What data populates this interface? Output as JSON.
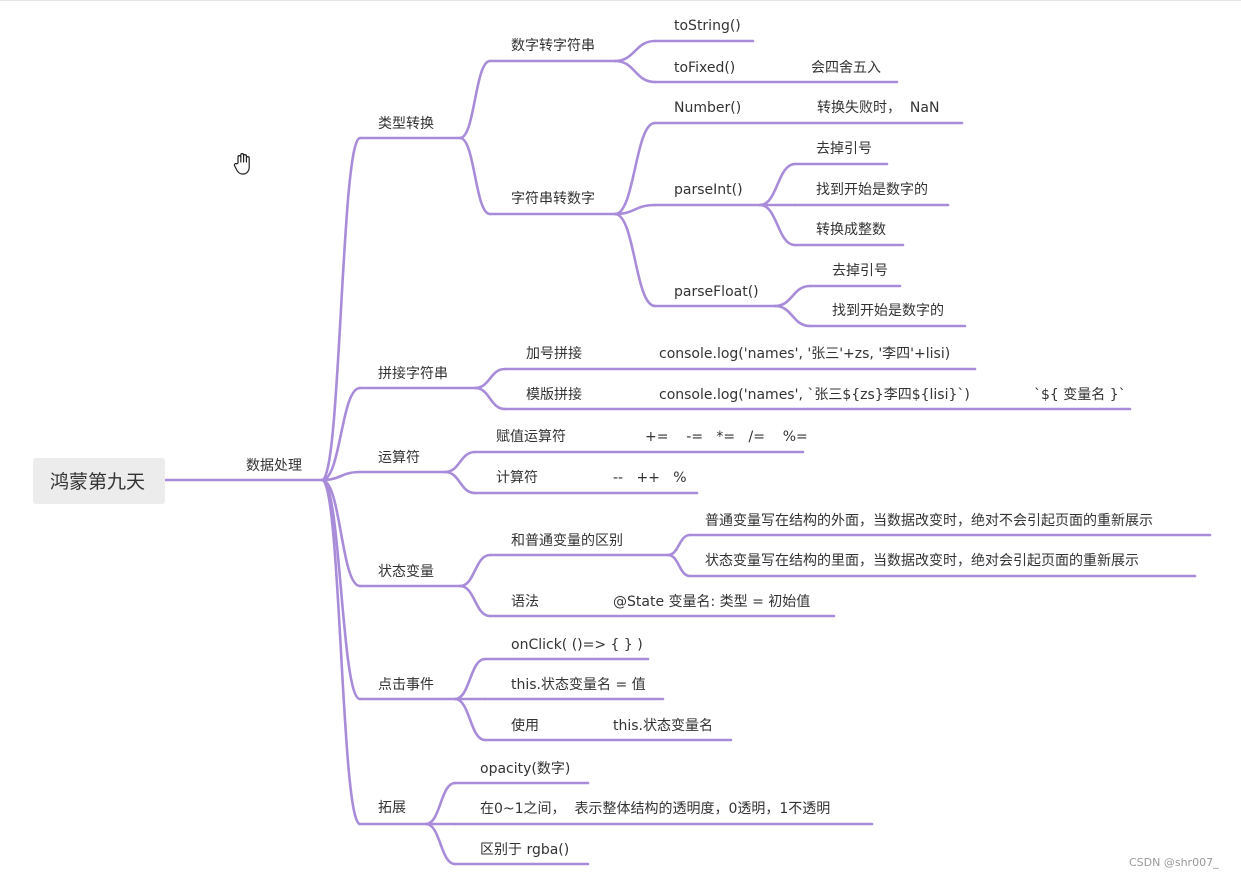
{
  "diagram": {
    "line_color": "#a98cd9",
    "root": "鸿蒙第九天",
    "main": "数据处理",
    "categories": {
      "type_conversion": "类型转换",
      "concat": "拼接字符串",
      "operators": "运算符",
      "state": "状态变量",
      "click": "点击事件",
      "extend": "拓展"
    },
    "nodes": {
      "num_to_str": "数字转字符串",
      "tostring": "toString()",
      "tofixed": "toFixed()",
      "tofixed_note": "会四舍五入",
      "str_to_num": "字符串转数字",
      "number": "Number()",
      "number_note": "转换失败时，  NaN",
      "parseint": "parseInt()",
      "parseint_1": "去掉引号",
      "parseint_2": "找到开始是数字的",
      "parseint_3": "转换成整数",
      "parsefloat": "parseFloat()",
      "parsefloat_1": "去掉引号",
      "parsefloat_2": "找到开始是数字的",
      "plus_concat": "加号拼接",
      "plus_code": "console.log('names', '张三'+zs, '李四'+lisi)",
      "template_concat": "模版拼接",
      "template_code": "console.log('names', `张三${zs}李四${lisi}`)",
      "template_syntax": "`${ 变量名 }`",
      "assign_ops": "赋值运算符",
      "assign_ops_list": "+=    -=   *=   /=    %=",
      "calc_ops": "计算符",
      "calc_ops_list": "--   ++   %",
      "diff": "和普通变量的区别",
      "diff_1": "普通变量写在结构的外面，当数据改变时，绝对不会引起页面的重新展示",
      "diff_2": "状态变量写在结构的里面，当数据改变时，绝对会引起页面的重新展示",
      "syntax": "语法",
      "syntax_code": "@State 变量名: 类型 = 初始值",
      "onclick": "onClick( ()=> { } )",
      "this_assign": "this.状态变量名 = 值",
      "use": "使用",
      "use_code": "this.状态变量名",
      "opacity": "opacity(数字)",
      "opacity_range": "在0~1之间，  表示整体结构的透明度，0透明，1不透明",
      "rgba": "区别于 rgba()"
    }
  },
  "watermark": "CSDN @shr007_"
}
